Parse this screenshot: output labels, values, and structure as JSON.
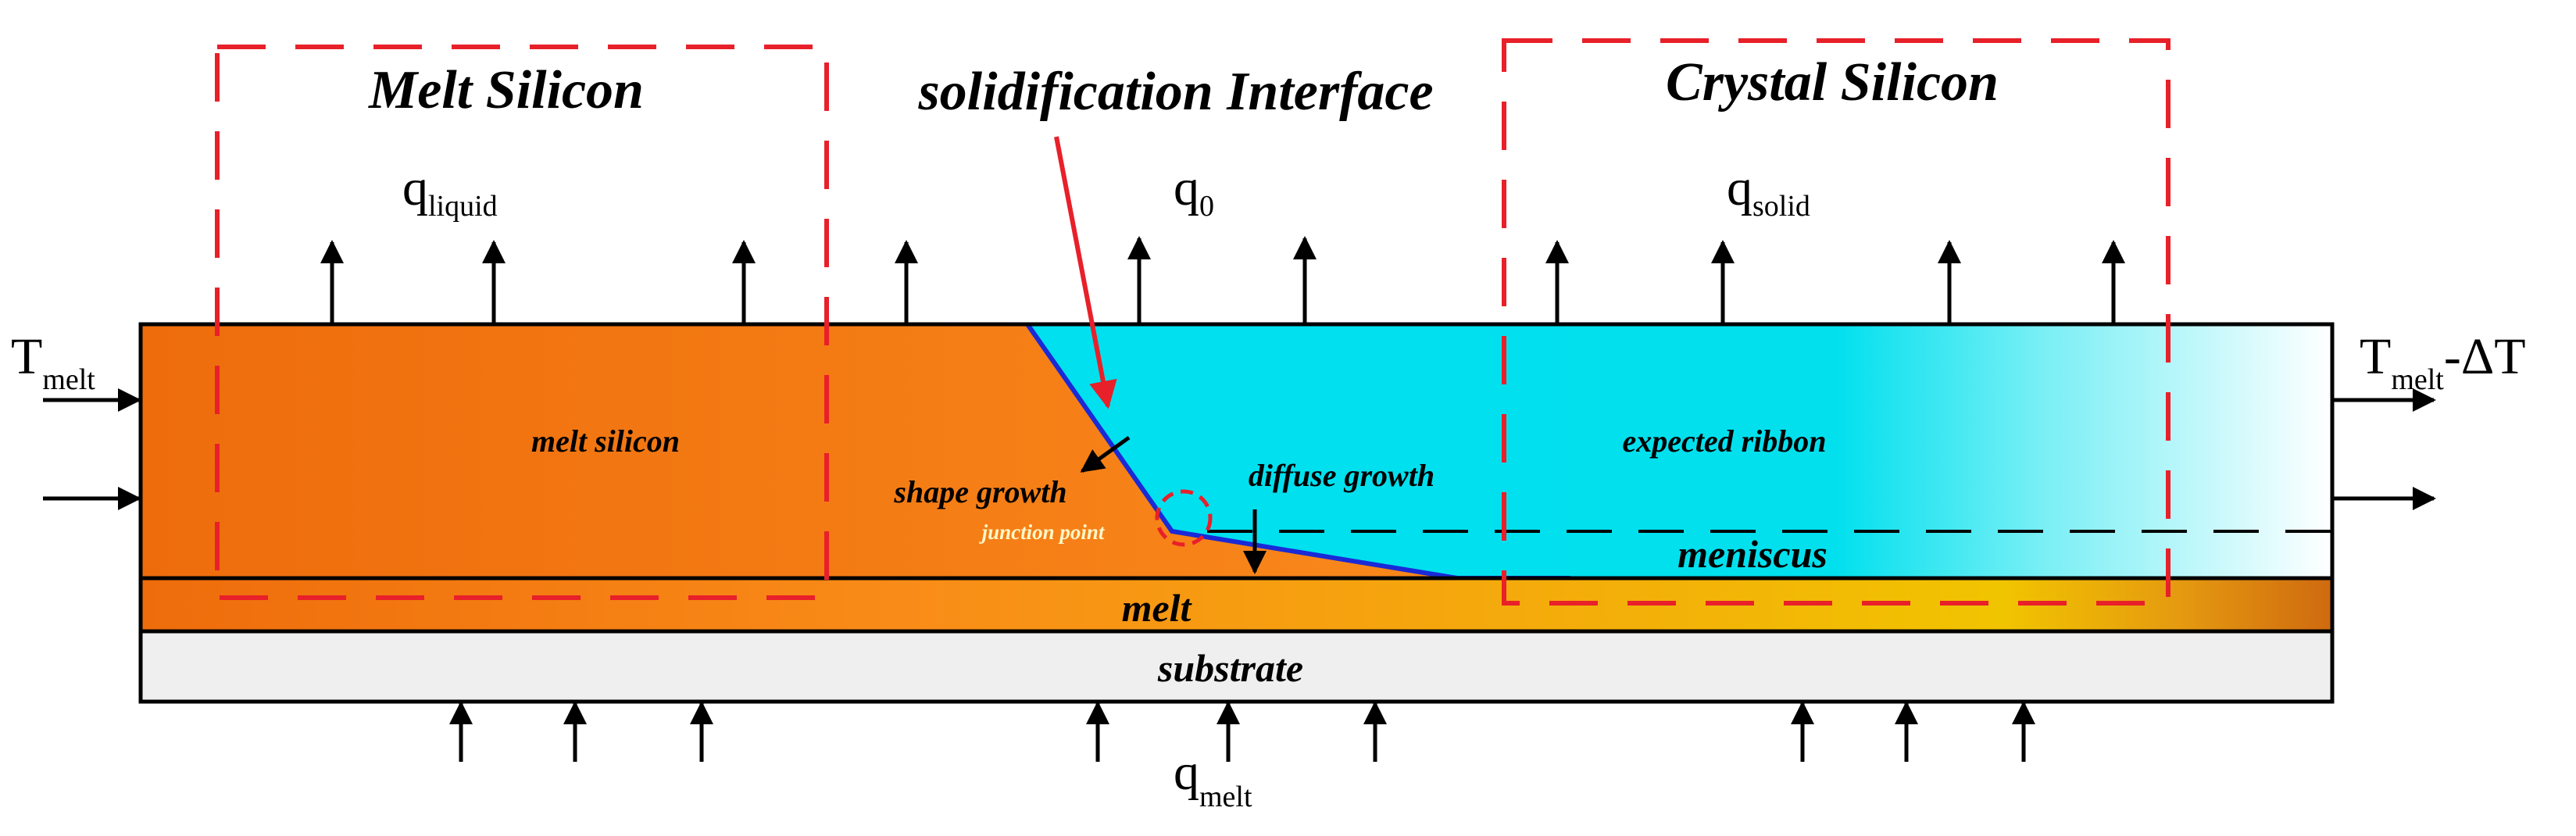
{
  "titles": {
    "melt_silicon": "Melt Silicon",
    "solidification_interface": "solidification Interface",
    "crystal_silicon": "Crystal Silicon"
  },
  "heat_flux": {
    "liquid": {
      "main": "q",
      "sub": "liquid"
    },
    "zero": {
      "main": "q",
      "sub": "0"
    },
    "solid": {
      "main": "q",
      "sub": "solid"
    },
    "melt": {
      "main": "q",
      "sub": "melt"
    }
  },
  "temperatures": {
    "left": {
      "main": "T",
      "sub": "melt"
    },
    "right": {
      "main": "T",
      "sub": "melt",
      "suffix": "-ΔT"
    }
  },
  "regions": {
    "melt_silicon": "melt silicon",
    "expected_ribbon": "expected ribbon",
    "meniscus": "meniscus",
    "melt": "melt",
    "substrate": "substrate"
  },
  "growth": {
    "shape": "shape growth",
    "diffuse": "diffuse growth",
    "junction": "junction point"
  },
  "colors": {
    "melt_orange": "#ef6f0f",
    "melt_orange_light": "#fb9b1c",
    "crystal_cyan": "#00e1ef",
    "interface_blue": "#1a2ad6",
    "dashed_red": "#e8202a",
    "substrate_gray": "#efefef",
    "melt_band_gold": "#f0c000"
  }
}
